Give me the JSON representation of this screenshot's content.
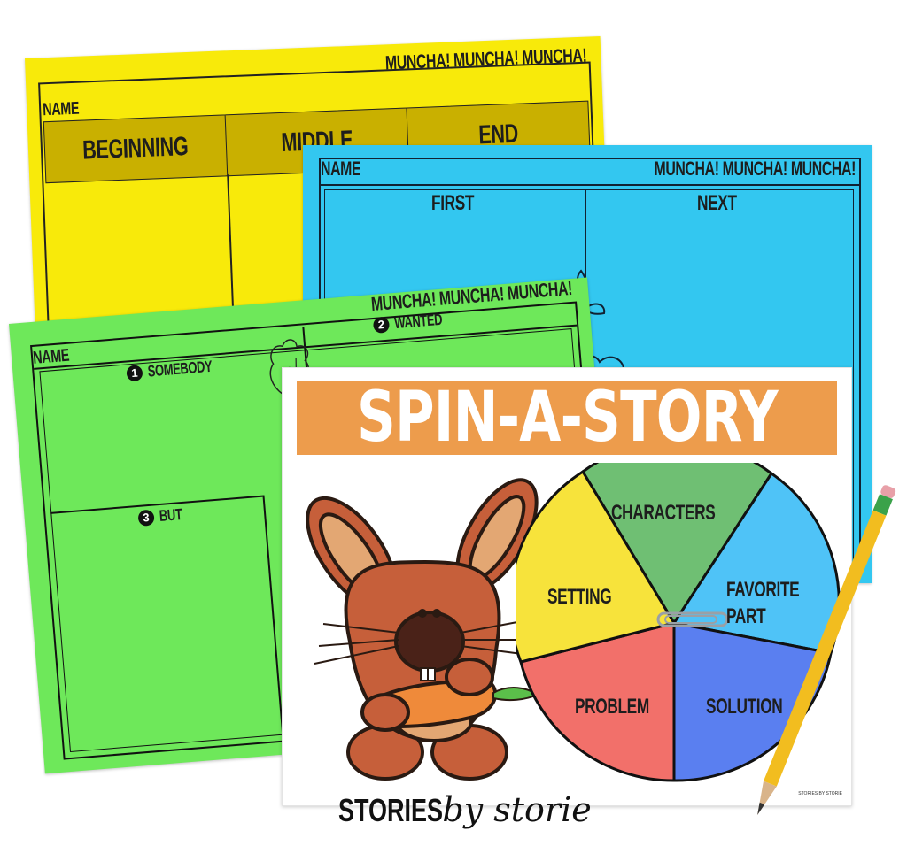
{
  "scene": "Classroom story-retelling printables photographed on white background",
  "yellow_sheet": {
    "title": "MUNCHA! MUNCHA! MUNCHA!",
    "name_label": "NAME",
    "columns": [
      "BEGINNING",
      "MIDDLE",
      "END"
    ],
    "color": "#f8ea0a",
    "header_color": "#c9b000"
  },
  "blue_sheet": {
    "title": "MUNCHA! MUNCHA! MUNCHA!",
    "name_label": "NAME",
    "columns": [
      "FIRST",
      "NEXT"
    ],
    "color": "#33c7f0"
  },
  "green_sheet": {
    "title": "MUNCHA! MUNCHA! MUNCHA!",
    "name_label": "NAME",
    "sections": [
      {
        "number": "1",
        "label": "SOMEBODY"
      },
      {
        "number": "2",
        "label": "WANTED"
      },
      {
        "number": "3",
        "label": "BUT"
      }
    ],
    "color": "#6ee85a"
  },
  "poster": {
    "title": "SPIN-A-STORY",
    "banner_color": "#ed9c4c",
    "footer_mark": "STORIES BY STORIE",
    "wheel": [
      {
        "label": "CHARACTERS",
        "color": "#6fbf73"
      },
      {
        "label": "FAVORITE PART",
        "color": "#4fc3f7"
      },
      {
        "label": "SOLUTION",
        "color": "#5a7ff0"
      },
      {
        "label": "PROBLEM",
        "color": "#f2706a"
      },
      {
        "label": "SETTING",
        "color": "#f7e33b"
      }
    ]
  },
  "brand": {
    "part1": "STORIES",
    "part2": "by storie"
  }
}
